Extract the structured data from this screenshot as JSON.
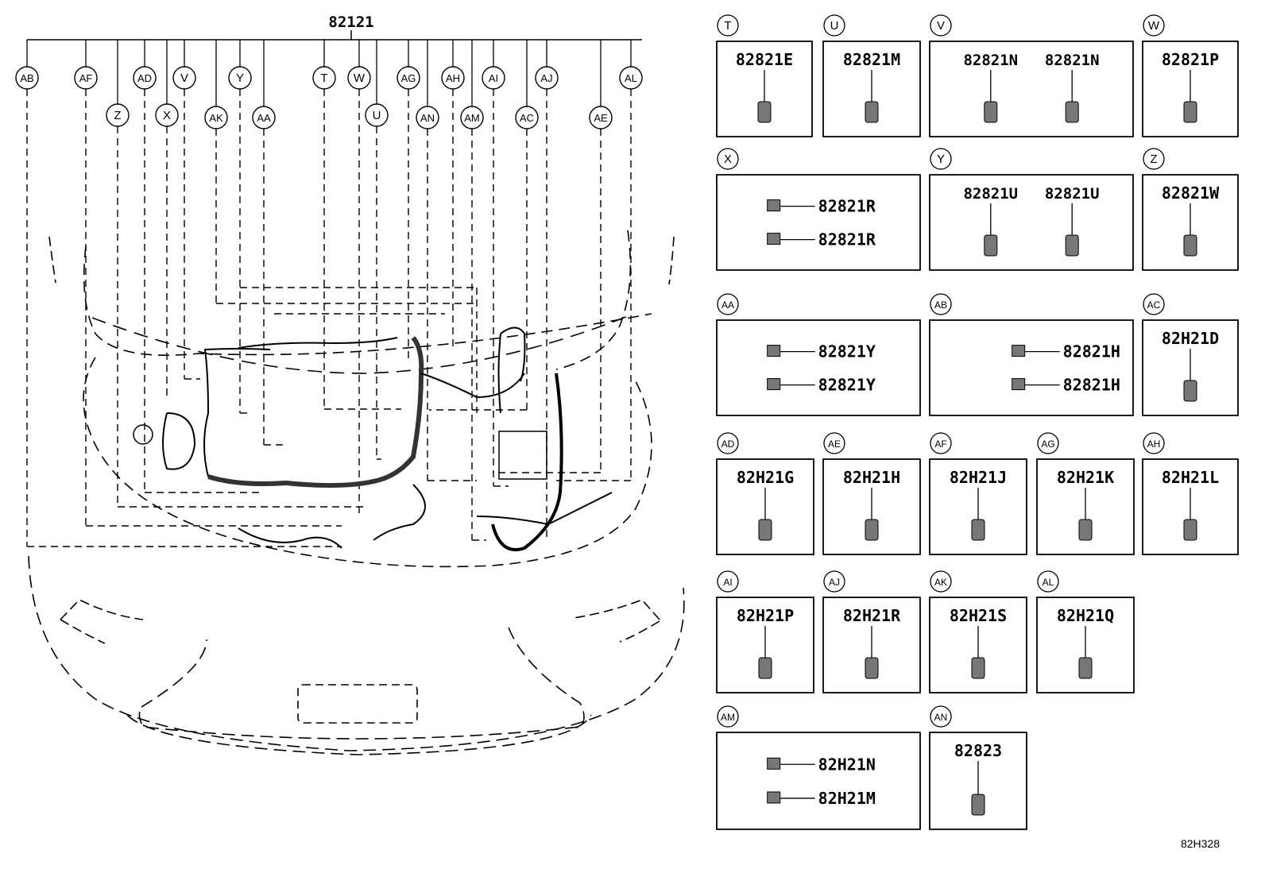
{
  "diagram": {
    "main_part_number": "82121",
    "figure_code": "82H328",
    "callouts": [
      "AB",
      "AF",
      "Z",
      "AD",
      "X",
      "V",
      "AK",
      "Y",
      "AA",
      "T",
      "W",
      "U",
      "AG",
      "AN",
      "AH",
      "AM",
      "AI",
      "AC",
      "AJ",
      "AE",
      "AL"
    ]
  },
  "parts": [
    {
      "letter": "T",
      "numbers": [
        "82821E"
      ]
    },
    {
      "letter": "U",
      "numbers": [
        "82821M"
      ]
    },
    {
      "letter": "V",
      "numbers": [
        "82821N",
        "82821N"
      ]
    },
    {
      "letter": "W",
      "numbers": [
        "82821P"
      ]
    },
    {
      "letter": "X",
      "numbers": [
        "82821R",
        "82821R"
      ]
    },
    {
      "letter": "Y",
      "numbers": [
        "82821U",
        "82821U"
      ]
    },
    {
      "letter": "Z",
      "numbers": [
        "82821W"
      ]
    },
    {
      "letter": "AA",
      "numbers": [
        "82821Y",
        "82821Y"
      ]
    },
    {
      "letter": "AB",
      "numbers": [
        "82821H",
        "82821H"
      ]
    },
    {
      "letter": "AC",
      "numbers": [
        "82H21D"
      ]
    },
    {
      "letter": "AD",
      "numbers": [
        "82H21G"
      ]
    },
    {
      "letter": "AE",
      "numbers": [
        "82H21H"
      ]
    },
    {
      "letter": "AF",
      "numbers": [
        "82H21J"
      ]
    },
    {
      "letter": "AG",
      "numbers": [
        "82H21K"
      ]
    },
    {
      "letter": "AH",
      "numbers": [
        "82H21L"
      ]
    },
    {
      "letter": "AI",
      "numbers": [
        "82H21P"
      ]
    },
    {
      "letter": "AJ",
      "numbers": [
        "82H21R"
      ]
    },
    {
      "letter": "AK",
      "numbers": [
        "82H21S"
      ]
    },
    {
      "letter": "AL",
      "numbers": [
        "82H21Q"
      ]
    },
    {
      "letter": "AM",
      "numbers": [
        "82H21N",
        "82H21M"
      ]
    },
    {
      "letter": "AN",
      "numbers": [
        "82823"
      ]
    }
  ]
}
